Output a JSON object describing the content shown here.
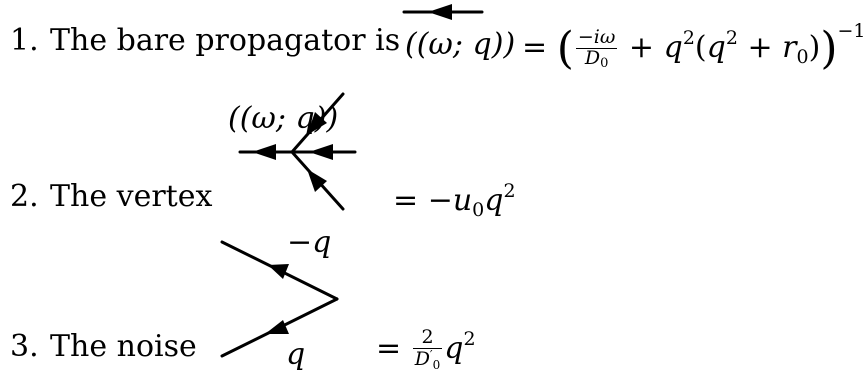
{
  "items": [
    {
      "number": "1.",
      "label": "The bare propagator is",
      "line_label": "(ω; q)",
      "equals": "=",
      "frac_num": "−iω",
      "frac_den": "D",
      "frac_den_sub": "0",
      "plus": "+",
      "q": "q",
      "sq": "2",
      "r": "r",
      "r_sub": "0",
      "exponent": "−1"
    },
    {
      "number": "2.",
      "label": "The vertex",
      "line_label": "(ω; q)",
      "equals": "=",
      "minus_u": "−u",
      "u_sub": "0",
      "q": "q",
      "sq": "2"
    },
    {
      "number": "3.",
      "label": "The noise",
      "upper_label": "−q",
      "lower_label": "q",
      "equals": "=",
      "frac_num": "2",
      "frac_den": "D",
      "frac_den_prime": "′",
      "frac_den_sub": "0",
      "q": "q",
      "sq": "2"
    }
  ]
}
